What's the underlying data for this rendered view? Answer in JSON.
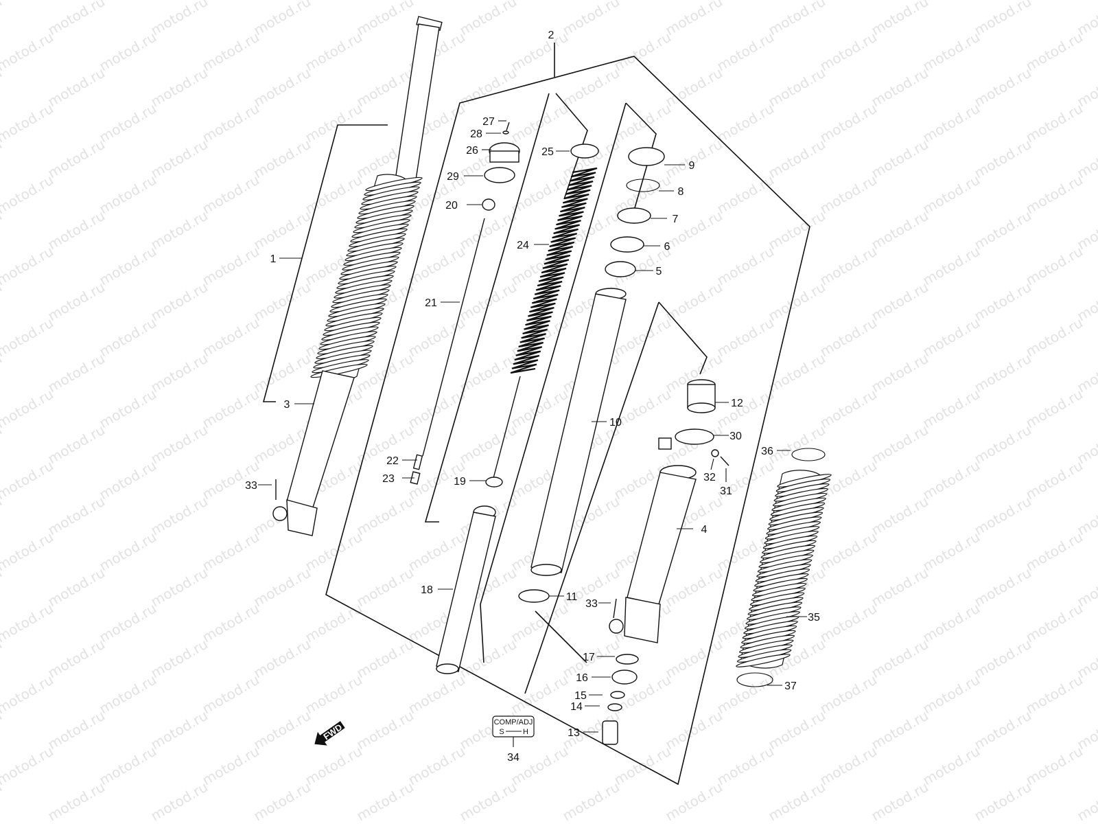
{
  "watermark": "motod.ru",
  "fwd_label": "FWD",
  "adjuster_box": {
    "title": "COMP/ADJ",
    "s": "S",
    "h": "H"
  },
  "callouts": [
    "1",
    "2",
    "3",
    "4",
    "5",
    "6",
    "7",
    "8",
    "9",
    "10",
    "11",
    "12",
    "13",
    "14",
    "15",
    "16",
    "17",
    "18",
    "19",
    "20",
    "21",
    "22",
    "23",
    "24",
    "25",
    "26",
    "27",
    "28",
    "29",
    "30",
    "31",
    "32",
    "33",
    "33",
    "34",
    "35",
    "36",
    "37"
  ]
}
